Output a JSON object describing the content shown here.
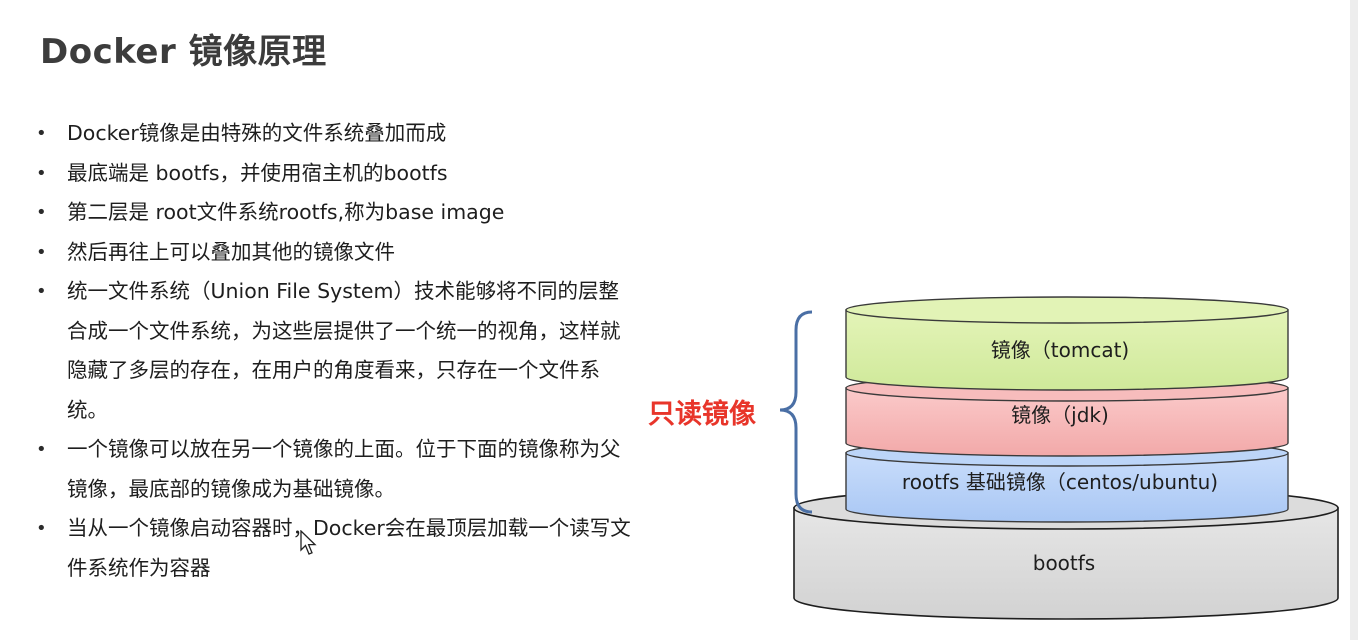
{
  "title": "Docker 镜像原理",
  "bullets": [
    "Docker镜像是由特殊的文件系统叠加而成",
    "最底端是 bootfs，并使用宿主机的bootfs",
    "第二层是 root文件系统rootfs,称为base image",
    "然后再往上可以叠加其他的镜像文件",
    "统一文件系统（Union File System）技术能够将不同的层整合成一个文件系统，为这些层提供了一个统一的视角，这样就隐藏了多层的存在，在用户的角度看来，只存在一个文件系统。",
    "一个镜像可以放在另一个镜像的上面。位于下面的镜像称为父镜像，最底部的镜像成为基础镜像。",
    "当从一个镜像启动容器时，Docker会在最顶层加载一个读写文件系统作为容器"
  ],
  "diagram": {
    "readonly_label": "只读镜像",
    "layers": {
      "tomcat": "镜像（tomcat)",
      "jdk": "镜像（jdk)",
      "rootfs": "rootfs 基础镜像（centos/ubuntu)",
      "bootfs": "bootfs"
    },
    "colors": {
      "tomcat": "#d9efa8",
      "jdk": "#f7bcbc",
      "rootfs": "#bcd5f8",
      "bootfs": "#e0e0e0",
      "brace": "#4a6fa5",
      "readonly": "#e8352a"
    }
  }
}
